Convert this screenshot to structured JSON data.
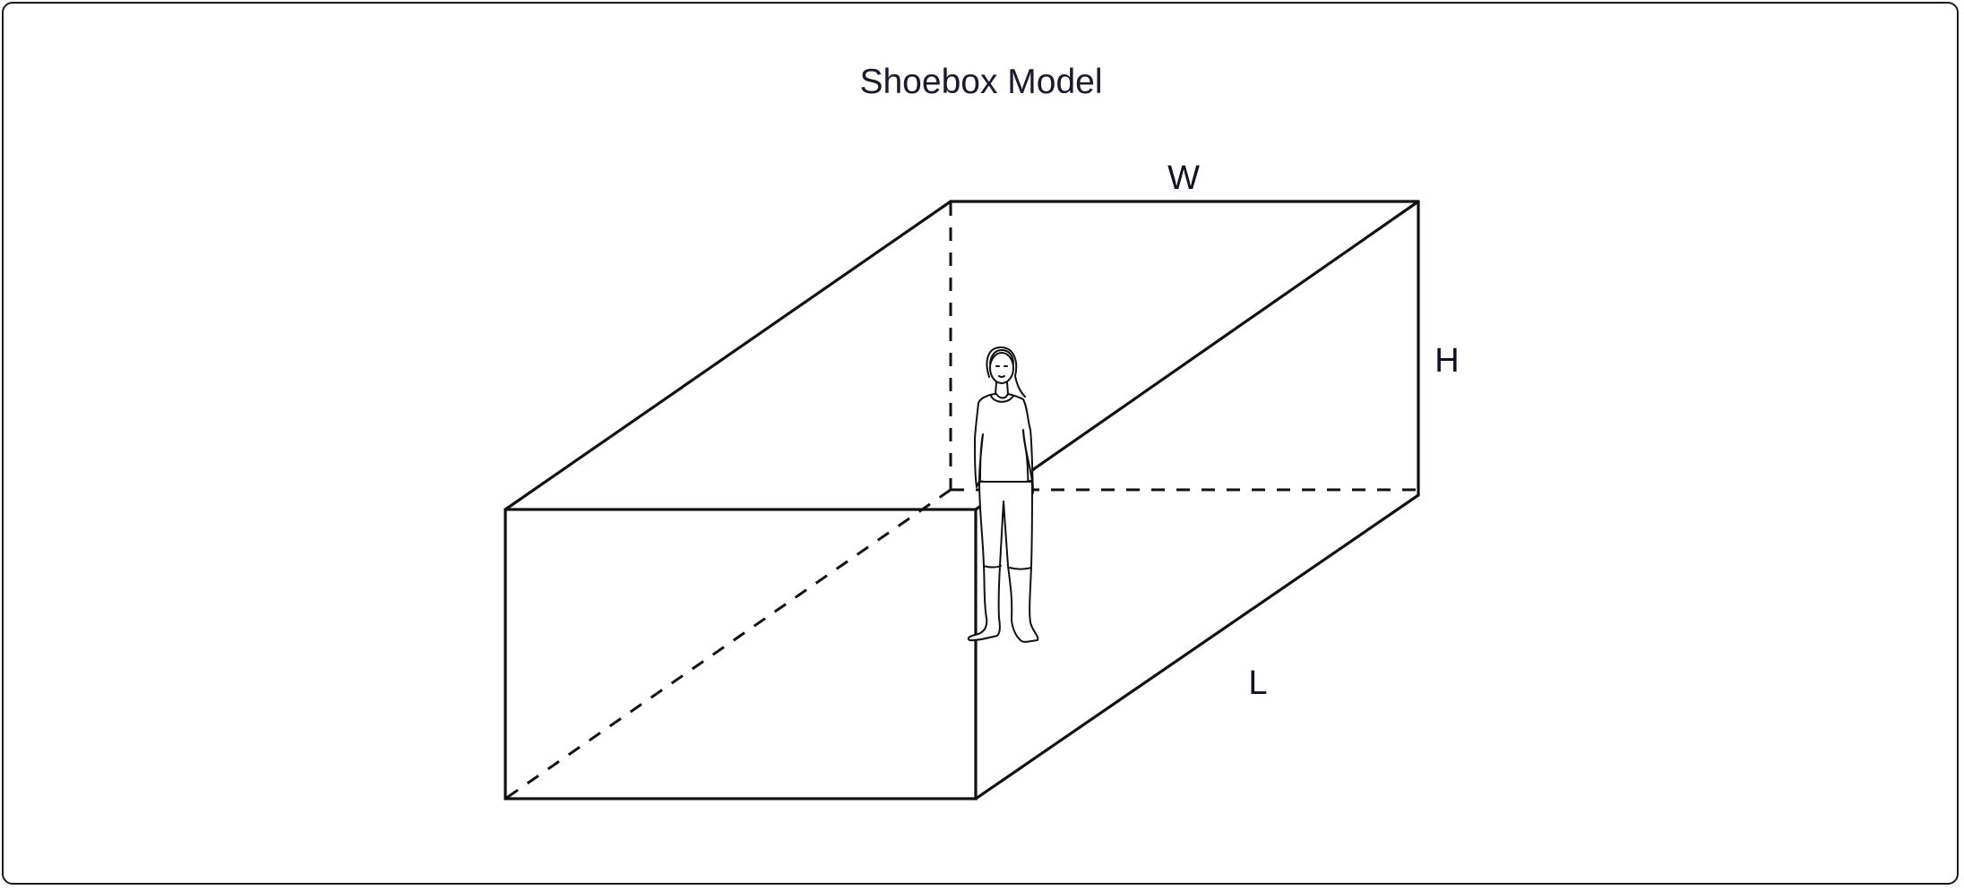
{
  "title": "Shoebox Model",
  "dimensions": {
    "width_label": "W",
    "height_label": "H",
    "length_label": "L"
  },
  "figure": {
    "icon": "standing-person-icon"
  }
}
